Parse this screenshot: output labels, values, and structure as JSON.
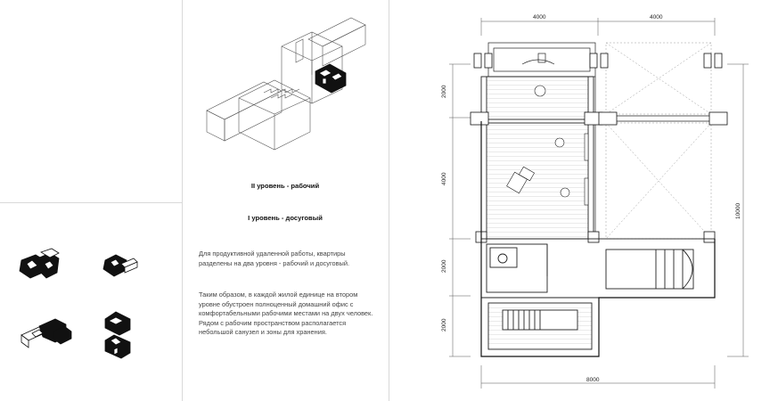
{
  "levels": {
    "upper": "II уровень - рабочий",
    "lower": "I уровень - досуговый"
  },
  "description": {
    "paragraph1": "Для продуктивной удаленной работы, квартиры разделены на два уровня - рабочий и досуговый.",
    "paragraph2": "Таким образом, в каждой жилой единице на втором уровне обустроен полноценный домашний офис с комфортабельными рабочими местами на двух человек. Рядом с рабочим пространством располагается небольшой санузел и зоны для хранения."
  },
  "dimensions": {
    "top_left": "4000",
    "top_right": "4000",
    "left_1": "2000",
    "left_2": "4000",
    "left_3": "2000",
    "left_4": "2000",
    "right_total": "10000",
    "bottom_total": "8000"
  },
  "colors": {
    "line": "#222222",
    "divider": "#d9d9d9",
    "fill_dark": "#111111"
  }
}
